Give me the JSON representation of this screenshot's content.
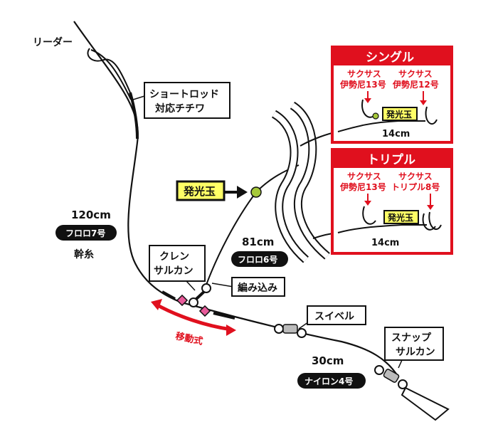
{
  "labels": {
    "leader": "リーダー",
    "rod_line_1": "ショートロッド",
    "rod_line_2": "対応チチワ",
    "mainline_length": "120cm",
    "mainline_material": "フロロ7号",
    "mainline_name": "幹糸",
    "crane_line_1": "クレン",
    "crane_line_2": "サルカン",
    "hook_length": "81cm",
    "hook_material": "フロロ6号",
    "braided": "編み込み",
    "glow_ball": "発光玉",
    "movable": "移動式",
    "swivel": "スイベル",
    "tail_length": "30cm",
    "tail_material": "ナイロン4号",
    "snap_line_1": "スナップ",
    "snap_line_2": "サルカン"
  },
  "single_box": {
    "title": "シングル",
    "hook1_line_1": "サクサス",
    "hook1_line_2": "伊勢尼13号",
    "hook2_line_1": "サクサス",
    "hook2_line_2": "伊勢尼12号",
    "glow_ball": "発光玉",
    "length": "14cm"
  },
  "triple_box": {
    "title": "トリプル",
    "hook1_line_1": "サクサス",
    "hook1_line_2": "伊勢尼13号",
    "hook2_line_1": "サクサス",
    "hook2_line_2": "トリプル8号",
    "glow_ball": "発光玉",
    "length": "14cm"
  },
  "colors": {
    "accent_red": "#e0101e",
    "glow_yellow": "#ffff66",
    "bead_green": "#a6c93a",
    "bead_pink": "#e85a9a"
  }
}
